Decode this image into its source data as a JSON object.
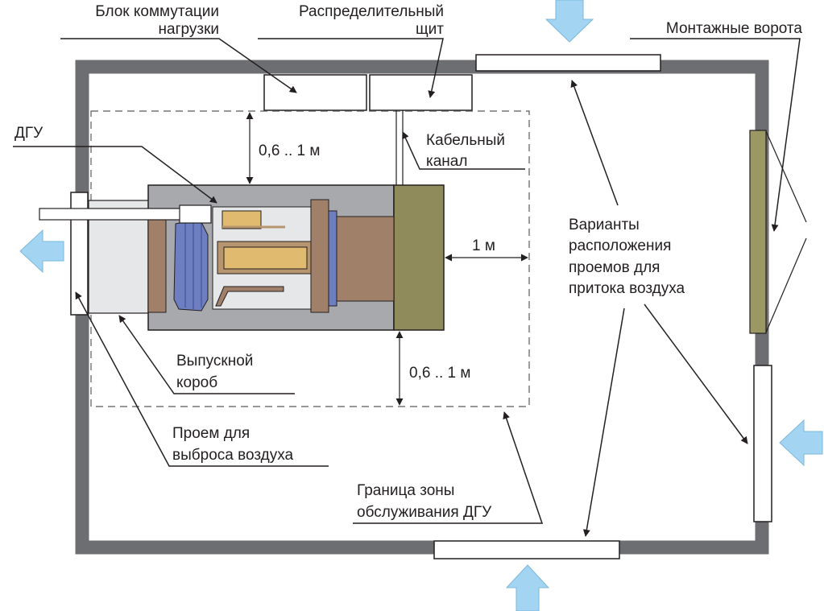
{
  "labels": {
    "load_switch_l1": "Блок коммутации",
    "load_switch_l2": "нагрузки",
    "dist_panel_l1": "Распределительный",
    "dist_panel_l2": "щит",
    "assembly_gate": "Монтажные ворота",
    "dgu": "ДГУ",
    "cable_l1": "Кабельный",
    "cable_l2": "канал",
    "dim_top": "0,6 .. 1 м",
    "dim_right": "1 м",
    "dim_bottom": "0,6 .. 1 м",
    "intake_l1": "Варианты",
    "intake_l2": "расположения",
    "intake_l3": "проемов для",
    "intake_l4": "притока воздуха",
    "exhaust_box_l1": "Выпускной",
    "exhaust_box_l2": "короб",
    "exhaust_open_l1": "Проем для",
    "exhaust_open_l2": "выброса воздуха",
    "zone_l1": "Граница зоны",
    "zone_l2": "обслуживания ДГУ"
  },
  "colors": {
    "wall": "#6d6e71",
    "engine_frame": "#a7a9ac",
    "radiator": "#8f8b5a",
    "coupling": "#a08068",
    "fan": "#6d7fc1",
    "generator": "#b7956e",
    "alternator": "#e0bb6f",
    "gate": "#9b9863",
    "arrow_air": "#a3d4f2"
  }
}
